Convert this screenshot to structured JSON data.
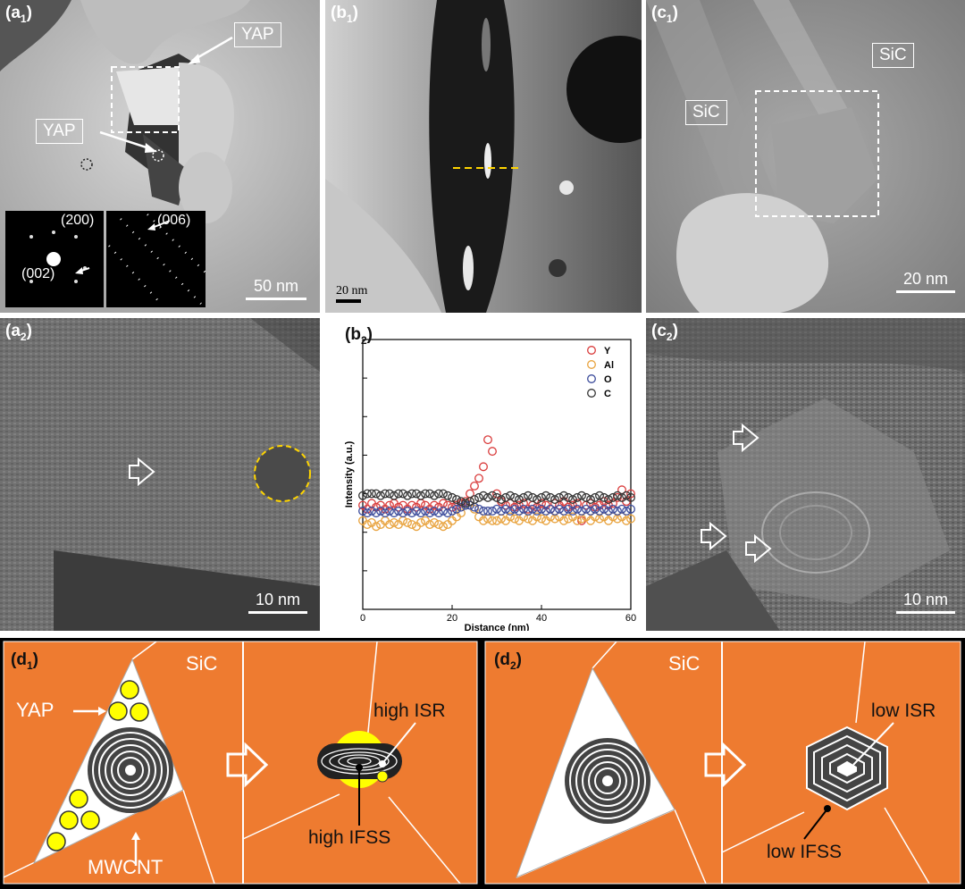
{
  "panels": {
    "a1": {
      "label_main": "(a",
      "label_sub": "1",
      "label_end": ")",
      "yap_top": "YAP",
      "yap_left": "YAP",
      "saed_200": "(200)",
      "saed_002": "(002)",
      "saed_006": "(006)",
      "scale": "50 nm"
    },
    "b1": {
      "label_main": "(b",
      "label_sub": "1",
      "label_end": ")",
      "scale": "20 nm"
    },
    "c1": {
      "label_main": "(c",
      "label_sub": "1",
      "label_end": ")",
      "sic_left": "SiC",
      "sic_right": "SiC",
      "scale": "20 nm"
    },
    "a2": {
      "label_main": "(a",
      "label_sub": "2",
      "label_end": ")",
      "scale": "10 nm"
    },
    "b2": {
      "label_main": "(b",
      "label_sub": "2",
      "label_end": ")"
    },
    "c2": {
      "label_main": "(c",
      "label_sub": "2",
      "label_end": ")",
      "scale": "10 nm"
    },
    "d1": {
      "label_main": "(d",
      "label_sub": "1",
      "label_end": ")",
      "sic": "SiC",
      "yap": "YAP",
      "mwcnt": "MWCNT",
      "high_isr": "high ISR",
      "high_ifss": "high IFSS"
    },
    "d2": {
      "label_main": "(d",
      "label_sub": "2",
      "label_end": ")",
      "sic": "SiC",
      "low_isr": "low ISR",
      "low_ifss": "low IFSS"
    }
  },
  "colors": {
    "sic_orange": "#ee7b30",
    "yap_yellow": "#ffff00",
    "tube_dark": "#3a3a3a"
  },
  "chart_data": {
    "type": "scatter",
    "xlabel": "Distance (nm)",
    "ylabel": "Intensity (a.u.)",
    "xlim": [
      0,
      60
    ],
    "xticks": [
      0,
      20,
      40,
      60
    ],
    "grid": false,
    "legend_position": "top-right",
    "series": [
      {
        "name": "Y",
        "color": "#d93a3a",
        "x": [
          0,
          1,
          2,
          3,
          4,
          5,
          6,
          7,
          8,
          9,
          10,
          11,
          12,
          13,
          14,
          15,
          16,
          17,
          18,
          19,
          20,
          21,
          22,
          23,
          24,
          25,
          26,
          27,
          28,
          29,
          30,
          31,
          32,
          33,
          34,
          35,
          36,
          37,
          38,
          39,
          40,
          41,
          42,
          43,
          44,
          45,
          46,
          47,
          48,
          49,
          50,
          51,
          52,
          53,
          54,
          55,
          56,
          57,
          58,
          59,
          60
        ],
        "y": [
          2.7,
          2.6,
          2.75,
          2.65,
          2.7,
          2.6,
          2.7,
          2.75,
          2.65,
          2.7,
          2.6,
          2.7,
          2.65,
          2.75,
          2.7,
          2.6,
          2.7,
          2.65,
          2.75,
          2.7,
          2.65,
          2.7,
          2.75,
          2.8,
          3.0,
          3.2,
          3.4,
          3.7,
          4.4,
          4.1,
          3.0,
          2.8,
          2.7,
          2.75,
          2.65,
          2.7,
          2.75,
          2.6,
          2.7,
          2.65,
          2.75,
          2.7,
          2.6,
          2.75,
          2.7,
          2.8,
          2.65,
          2.7,
          2.75,
          2.3,
          2.7,
          2.75,
          2.65,
          2.7,
          2.8,
          2.7,
          2.75,
          2.9,
          3.1,
          2.8,
          3.0
        ]
      },
      {
        "name": "Al",
        "color": "#e8a23c",
        "x": [
          0,
          1,
          2,
          3,
          4,
          5,
          6,
          7,
          8,
          9,
          10,
          11,
          12,
          13,
          14,
          15,
          16,
          17,
          18,
          19,
          20,
          21,
          22,
          23,
          24,
          25,
          26,
          27,
          28,
          29,
          30,
          31,
          32,
          33,
          34,
          35,
          36,
          37,
          38,
          39,
          40,
          41,
          42,
          43,
          44,
          45,
          46,
          47,
          48,
          49,
          50,
          51,
          52,
          53,
          54,
          55,
          56,
          57,
          58,
          59,
          60
        ],
        "y": [
          2.3,
          2.2,
          2.25,
          2.15,
          2.2,
          2.3,
          2.2,
          2.25,
          2.2,
          2.3,
          2.25,
          2.2,
          2.15,
          2.25,
          2.3,
          2.2,
          2.25,
          2.2,
          2.15,
          2.2,
          2.3,
          2.4,
          2.5,
          2.7,
          2.8,
          2.6,
          2.4,
          2.3,
          2.35,
          2.3,
          2.3,
          2.35,
          2.3,
          2.4,
          2.35,
          2.3,
          2.4,
          2.35,
          2.3,
          2.4,
          2.35,
          2.3,
          2.4,
          2.35,
          2.4,
          2.3,
          2.35,
          2.4,
          2.3,
          2.35,
          2.4,
          2.3,
          2.4,
          2.35,
          2.4,
          2.3,
          2.4,
          2.35,
          2.4,
          2.3,
          2.35
        ]
      },
      {
        "name": "O",
        "color": "#3a4a9a",
        "x": [
          0,
          1,
          2,
          3,
          4,
          5,
          6,
          7,
          8,
          9,
          10,
          11,
          12,
          13,
          14,
          15,
          16,
          17,
          18,
          19,
          20,
          21,
          22,
          23,
          24,
          25,
          26,
          27,
          28,
          29,
          30,
          31,
          32,
          33,
          34,
          35,
          36,
          37,
          38,
          39,
          40,
          41,
          42,
          43,
          44,
          45,
          46,
          47,
          48,
          49,
          50,
          51,
          52,
          53,
          54,
          55,
          56,
          57,
          58,
          59,
          60
        ],
        "y": [
          2.55,
          2.5,
          2.55,
          2.5,
          2.55,
          2.5,
          2.55,
          2.5,
          2.55,
          2.5,
          2.55,
          2.5,
          2.55,
          2.5,
          2.55,
          2.5,
          2.55,
          2.5,
          2.55,
          2.5,
          2.55,
          2.6,
          2.65,
          2.7,
          2.7,
          2.65,
          2.6,
          2.55,
          2.55,
          2.55,
          2.6,
          2.55,
          2.6,
          2.55,
          2.6,
          2.55,
          2.6,
          2.55,
          2.6,
          2.55,
          2.6,
          2.55,
          2.6,
          2.55,
          2.6,
          2.55,
          2.6,
          2.55,
          2.6,
          2.55,
          2.6,
          2.55,
          2.6,
          2.55,
          2.6,
          2.55,
          2.6,
          2.55,
          2.6,
          2.55,
          2.6
        ]
      },
      {
        "name": "C",
        "color": "#333333",
        "x": [
          0,
          1,
          2,
          3,
          4,
          5,
          6,
          7,
          8,
          9,
          10,
          11,
          12,
          13,
          14,
          15,
          16,
          17,
          18,
          19,
          20,
          21,
          22,
          23,
          24,
          25,
          26,
          27,
          28,
          29,
          30,
          31,
          32,
          33,
          34,
          35,
          36,
          37,
          38,
          39,
          40,
          41,
          42,
          43,
          44,
          45,
          46,
          47,
          48,
          49,
          50,
          51,
          52,
          53,
          54,
          55,
          56,
          57,
          58,
          59,
          60
        ],
        "y": [
          2.95,
          3.0,
          3.0,
          3.0,
          2.95,
          3.0,
          3.0,
          2.95,
          3.0,
          3.0,
          2.95,
          3.0,
          3.0,
          2.95,
          3.0,
          3.0,
          2.95,
          3.0,
          3.0,
          2.95,
          2.9,
          2.85,
          2.8,
          2.75,
          2.8,
          2.85,
          2.9,
          2.95,
          2.9,
          2.95,
          2.9,
          2.85,
          2.9,
          2.95,
          2.9,
          2.85,
          2.9,
          2.95,
          2.9,
          2.85,
          2.9,
          2.95,
          2.9,
          2.85,
          2.9,
          2.95,
          2.9,
          2.85,
          2.9,
          2.95,
          2.9,
          2.85,
          2.9,
          2.95,
          2.9,
          2.85,
          2.9,
          2.95,
          2.9,
          2.95,
          2.9
        ]
      }
    ],
    "ylim": [
      0,
      7
    ]
  }
}
